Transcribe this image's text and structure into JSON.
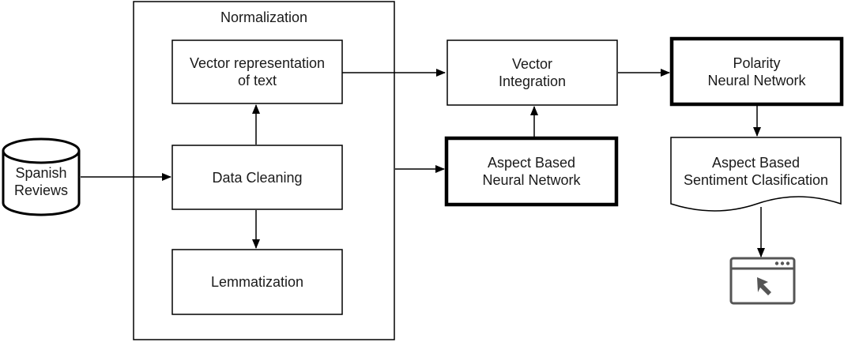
{
  "diagram": {
    "normalization": {
      "title": "Normalization"
    },
    "spanish_reviews": {
      "lines": [
        "Spanish",
        "Reviews"
      ]
    },
    "vector_representation": {
      "lines": [
        "Vector representation",
        "of text"
      ]
    },
    "data_cleaning": {
      "lines": [
        "Data Cleaning"
      ]
    },
    "lemmatization": {
      "lines": [
        "Lemmatization"
      ]
    },
    "vector_integration": {
      "lines": [
        "Vector",
        "Integration"
      ]
    },
    "aspect_based_nn": {
      "lines": [
        "Aspect Based",
        "Neural Network"
      ]
    },
    "polarity_nn": {
      "lines": [
        "Polarity",
        "Neural Network"
      ]
    },
    "sentiment_classification": {
      "lines": [
        "Aspect Based",
        "Sentiment Clasification"
      ]
    },
    "output_icon": "browser-window-cursor-icon",
    "colors": {
      "stroke": "#000000",
      "icon": "#555555",
      "background": "#ffffff"
    }
  }
}
